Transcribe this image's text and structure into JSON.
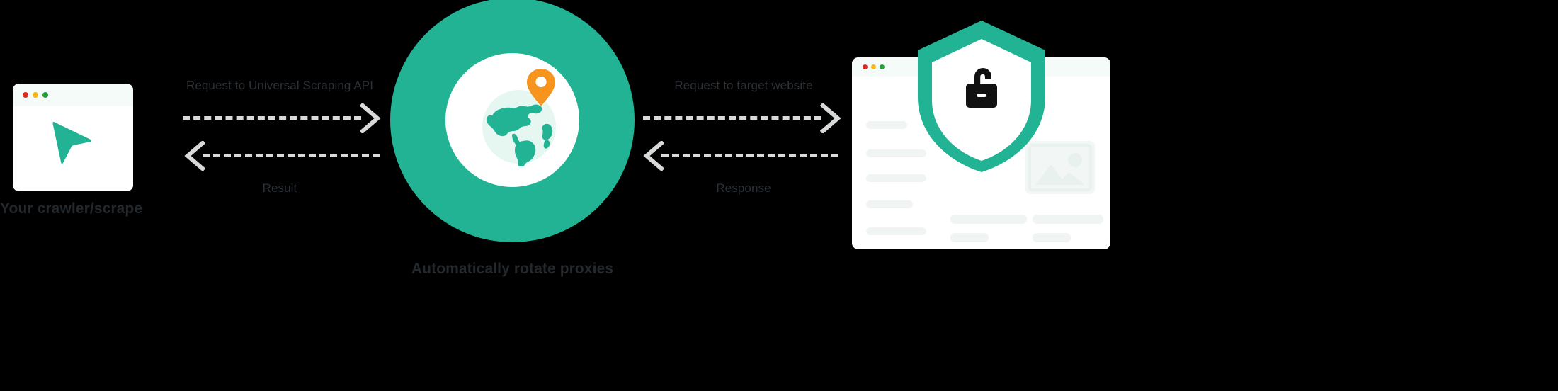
{
  "diagram": {
    "title": "Universal Scraping API request flow",
    "nodes": {
      "left": {
        "caption": "Your crawler/scrape",
        "window_dots": [
          "red",
          "yellow",
          "green"
        ],
        "icon": "cursor-arrow-icon"
      },
      "center": {
        "caption": "Automatically rotate proxies",
        "icon": "globe-icon",
        "badge_icon": "map-pin-icon"
      },
      "right": {
        "window_dots": [
          "red",
          "yellow",
          "green"
        ],
        "icon": "shield-icon",
        "badge_icon": "open-padlock-icon"
      }
    },
    "flows": [
      {
        "label": "Request to Universal Scraping API",
        "direction": "right",
        "segment": "left-to-center"
      },
      {
        "label": "Result",
        "direction": "left",
        "segment": "center-to-left"
      },
      {
        "label": "Request to target website",
        "direction": "right",
        "segment": "center-to-right"
      },
      {
        "label": "Response",
        "direction": "left",
        "segment": "right-to-center"
      }
    ],
    "colors": {
      "teal": "#21b394",
      "teal_light": "#d9f1ea",
      "orange": "#f7941e",
      "dash_gray": "#d8dada",
      "text_dark": "#23282d",
      "panel_white": "#ffffff",
      "titlebar": "#f4fbf9",
      "skeleton": "#f0f5f3",
      "dot_red": "#e02b20",
      "dot_yellow": "#f5b919",
      "dot_green": "#21a33c",
      "background": "#000000"
    }
  }
}
